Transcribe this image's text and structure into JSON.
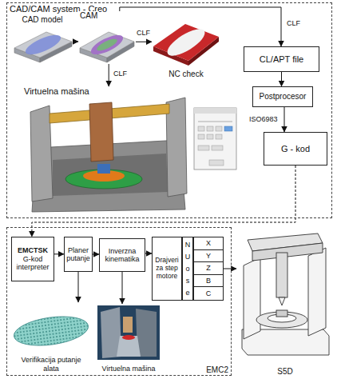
{
  "diagram": {
    "nodes": [
      {
        "text": [
          "CAD/CAM system - Creo"
        ]
      },
      {
        "text": [
          "CAD model"
        ],
        "in": 0
      },
      {
        "text": [
          "CAM"
        ],
        "in": 0
      },
      {
        "text": [
          "NC check"
        ],
        "in": 0
      },
      {
        "text": [
          "CL/APT file"
        ],
        "in": 0
      },
      {
        "text": [
          "Postprocesor"
        ],
        "in": 0
      },
      {
        "text": [
          "G - kod"
        ],
        "in": 0
      },
      {
        "text": [
          "Virtuelna mašina"
        ],
        "in": 0
      },
      {
        "text": [
          "EMC2"
        ]
      },
      {
        "text": [
          "EMCTSK",
          "G-kod interpreter"
        ],
        "in": 8
      },
      {
        "text": [
          "Planer putanje"
        ],
        "in": 8
      },
      {
        "text": [
          "Inverzna kinematika"
        ],
        "in": 8
      },
      {
        "text": [
          "Drajveri za step motore"
        ],
        "in": 8
      },
      {
        "text": [
          "NUose"
        ],
        "in": 8
      },
      {
        "text": [
          "X",
          "Y",
          "Z",
          "B",
          "C"
        ],
        "in": 8
      },
      {
        "text": [
          "Verifikacija putanje alata"
        ],
        "in": 8
      },
      {
        "text": [
          "Virtuelna mašina"
        ],
        "in": 8
      },
      {
        "text": [
          "S5D"
        ]
      }
    ],
    "edges": [
      {
        "from": 1,
        "to": 2,
        "arrow": "to"
      },
      {
        "from": 2,
        "to": 3,
        "label": "CLF",
        "arrow": "to"
      },
      {
        "from": 2,
        "to": 4,
        "label": "CLF",
        "arrow": "to"
      },
      {
        "from": 2,
        "to": 7,
        "label": "CLF",
        "arrow": "to"
      },
      {
        "from": 4,
        "to": 5,
        "arrow": "to"
      },
      {
        "from": 5,
        "to": 6,
        "label": "ISO6983",
        "arrow": "to"
      },
      {
        "from": 6,
        "to": 9,
        "arrow": "to"
      },
      {
        "from": 9,
        "to": 10,
        "arrow": "to"
      },
      {
        "from": 10,
        "to": 11,
        "arrow": "to"
      },
      {
        "from": 11,
        "to": 12,
        "arrow": "to"
      },
      {
        "from": 10,
        "to": 15,
        "arrow": "to"
      },
      {
        "from": 11,
        "to": 16,
        "arrow": "to"
      },
      {
        "from": 14,
        "to": 17,
        "arrow": "to"
      }
    ]
  }
}
